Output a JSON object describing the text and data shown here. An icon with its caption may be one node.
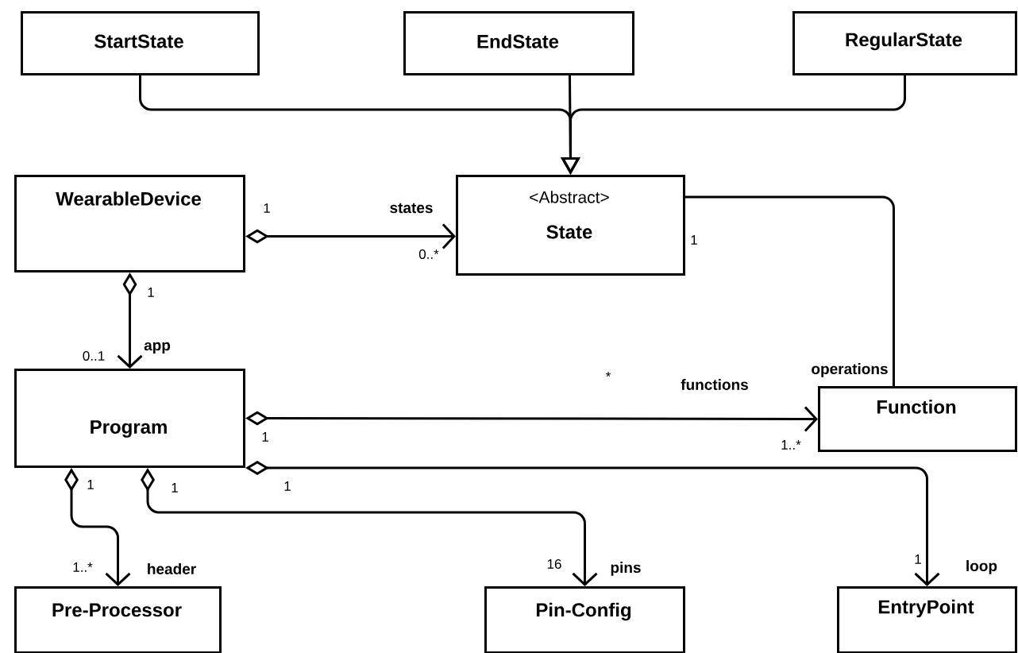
{
  "diagram": {
    "nodes": [
      {
        "text": [
          "StartState"
        ]
      },
      {
        "text": [
          "EndState"
        ]
      },
      {
        "text": [
          "RegularState"
        ]
      },
      {
        "text": [
          "WearableDevice"
        ]
      },
      {
        "text": [
          "<Abstract>",
          "State"
        ]
      },
      {
        "text": [
          "Program"
        ]
      },
      {
        "text": [
          "Function"
        ]
      },
      {
        "text": [
          "Pre-Processor"
        ]
      },
      {
        "text": [
          "Pin-Config"
        ]
      },
      {
        "text": [
          "EntryPoint"
        ]
      }
    ],
    "edges": [
      {
        "from": 0,
        "to": 4,
        "arrow": "to"
      },
      {
        "from": 1,
        "to": 4,
        "arrow": "to"
      },
      {
        "from": 2,
        "to": 4,
        "arrow": "to"
      },
      {
        "from": 3,
        "to": 4,
        "arrow": "to",
        "label": "states"
      },
      {
        "from": 3,
        "to": 5,
        "arrow": "to",
        "label": "app"
      },
      {
        "from": 4,
        "to": 6,
        "arrow": "none",
        "label": "operations"
      },
      {
        "from": 5,
        "to": 6,
        "arrow": "to",
        "label": "functions"
      },
      {
        "from": 5,
        "to": 7,
        "arrow": "to",
        "label": "header"
      },
      {
        "from": 5,
        "to": 8,
        "arrow": "to",
        "label": "pins"
      },
      {
        "from": 5,
        "to": 9,
        "arrow": "to",
        "label": "loop"
      }
    ],
    "labels": [
      "1",
      "1",
      "0..*",
      "1",
      "0..1",
      "*",
      "1",
      "1..*",
      "1",
      "1",
      "1",
      "1",
      "16",
      "1..*"
    ]
  }
}
